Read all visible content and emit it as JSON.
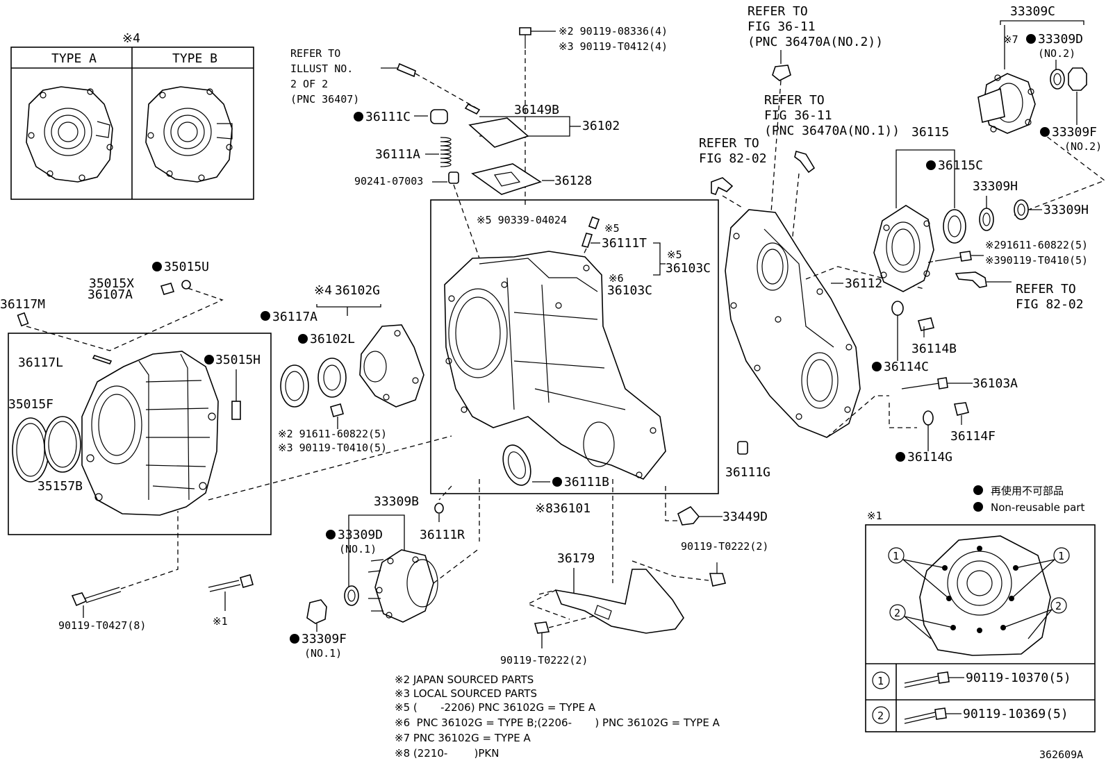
{
  "labels": {
    "type_box_mark": "※4",
    "type_a": "TYPE A",
    "type_b": "TYPE B",
    "refer_illust": [
      "REFER TO",
      "ILLUST NO.",
      "2 OF 2",
      "(PNC 36407)"
    ],
    "bolt_top_1": "※2 90119-08336(4)",
    "bolt_top_2": "※3 90119-T0412(4)",
    "p36111C": "36111C",
    "p36149B": "36149B",
    "p36102": "36102",
    "p36111A": "36111A",
    "p90241": "90241-07003",
    "p36128": "36128",
    "p90339": "※5 90339-04024",
    "p36111T_mark": "※5",
    "p36111T": "36111T",
    "p36103C_mark5": "※5",
    "p36103C_a": "36103C",
    "p36103C_mark6": "※6",
    "p36103C_b": "36103C",
    "refer_fig82_top": [
      "REFER TO",
      "FIG 82-02"
    ],
    "refer_fig36_no2": [
      "REFER TO",
      "FIG 36-11",
      "(PNC 36470A(NO.2))"
    ],
    "refer_fig36_no1": [
      "REFER TO",
      "FIG 36-11",
      "(PNC 36470A(NO.1))"
    ],
    "p33309C": "33309C",
    "p33309D_top": "※7",
    "p33309D_top_num": "33309D",
    "no2": "(NO.2)",
    "p33309F_top": "33309F",
    "no2b": "(NO.2)",
    "p36115": "36115",
    "p36115C": "36115C",
    "p33309H_a": "33309H",
    "p33309H_b": "33309H",
    "bolt_right_1": "※291611-60822(5)",
    "bolt_right_2": "※390119-T0410(5)",
    "refer_fig82_right": [
      "REFER TO",
      "FIG 82-02"
    ],
    "p36112": "36112",
    "p36114B": "36114B",
    "p36114C": "36114C",
    "p36103A": "36103A",
    "p36114F": "36114F",
    "p36114G": "36114G",
    "p36111G": "36111G",
    "p35015U": "35015U",
    "p35015X": "35015X",
    "p36117M": "36117M",
    "p36107A": "36107A",
    "p36117L": "36117L",
    "p35015H": "35015H",
    "p35015F": "35015F",
    "p35157B": "35157B",
    "p36102G_mark": "※4",
    "p36102G": "36102G",
    "p36117A": "36117A",
    "p36102L": "36102L",
    "bolt_mid_1": "※2 91611-60822(5)",
    "bolt_mid_2": "※3 90119-T0410(5)",
    "p36111B": "36111B",
    "p36101": "※836101",
    "p33449D": "33449D",
    "p33309B": "33309B",
    "p33309D_bot": "33309D",
    "no1": "(NO.1)",
    "p36111R": "36111R",
    "p33309F_bot": "33309F",
    "no1b": "(NO.1)",
    "p36179": "36179",
    "bolt_0222_a": "90119-T0222(2)",
    "bolt_0222_b": "90119-T0222(2)",
    "bolt_t0427": "90119-T0427(8)",
    "bolt_mark1": "※1",
    "legend_jp": "再使用不可部品",
    "legend_en": "Non-reusable part",
    "inset_mark": "※1",
    "inset_row1": "90119-10370(5)",
    "inset_row2": "90119-10369(5)",
    "circ1": "1",
    "circ2": "2",
    "notes": [
      "※2 JAPAN SOURCED PARTS",
      "※3 LOCAL SOURCED PARTS",
      "※5 (       -2206) PNC 36102G = TYPE A",
      "※6  PNC 36102G = TYPE B;(2206-       ) PNC 36102G = TYPE A",
      "※7 PNC 36102G = TYPE A",
      "※8 (2210-        )PKN"
    ],
    "figure_id": "362609A"
  }
}
